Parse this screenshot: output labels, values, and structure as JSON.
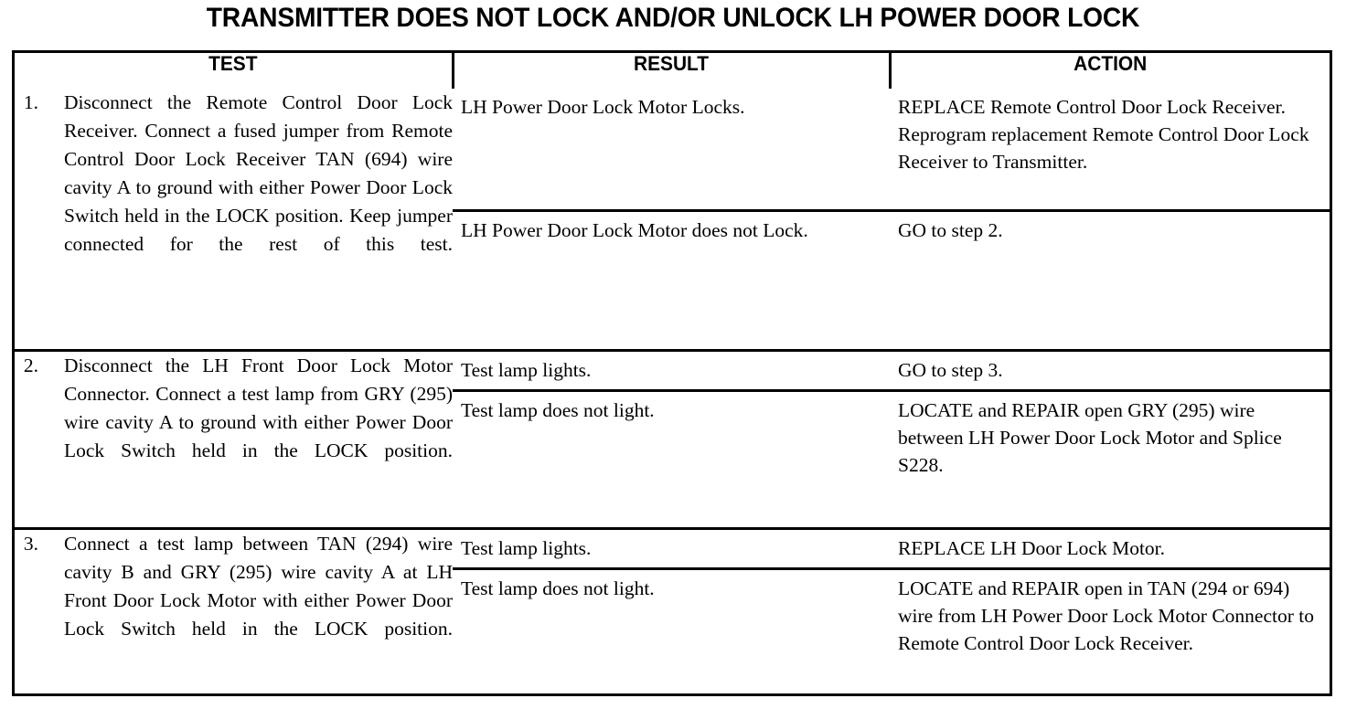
{
  "document": {
    "title": "TRANSMITTER DOES NOT LOCK AND/OR UNLOCK LH POWER DOOR LOCK",
    "colors": {
      "ink": "#000000",
      "paper": "#ffffff"
    }
  },
  "table": {
    "headers": {
      "test": "TEST",
      "result": "RESULT",
      "action": "ACTION"
    },
    "steps": [
      {
        "number": "1.",
        "test": "Disconnect the Remote Control Door Lock Receiver. Connect a fused jumper from Remote Control Door Lock Receiver TAN (694) wire cavity A to ground with either Power Door Lock Switch held in the LOCK position. Keep jumper connected for the rest of this test.",
        "outcomes": [
          {
            "result": "LH Power Door Lock Motor Locks.",
            "action": "REPLACE Remote Control Door Lock Receiver. Reprogram replacement Remote Control Door Lock Receiver to Transmitter."
          },
          {
            "result": "LH Power Door Lock Motor does not Lock.",
            "action": "GO to step 2."
          }
        ]
      },
      {
        "number": "2.",
        "test": "Disconnect the LH Front Door Lock Motor Connector. Connect a test lamp from GRY (295) wire cavity A to ground with either Power Door Lock Switch held in the LOCK position.",
        "outcomes": [
          {
            "result": "Test lamp lights.",
            "action": "GO to step 3."
          },
          {
            "result": "Test lamp does not light.",
            "action": "LOCATE and REPAIR open GRY (295) wire between LH Power Door Lock Motor and Splice S228."
          }
        ]
      },
      {
        "number": "3.",
        "test": "Connect a test lamp between TAN (294) wire cavity B and GRY (295) wire cavity A at LH Front Door Lock Motor with either Power Door Lock Switch held in the LOCK position.",
        "outcomes": [
          {
            "result": "Test lamp lights.",
            "action": "REPLACE LH Door Lock Motor."
          },
          {
            "result": "Test lamp does not light.",
            "action": "LOCATE and REPAIR open in TAN (294 or 694) wire from LH Power Door Lock Motor Connector to Remote Control Door Lock Receiver."
          }
        ]
      }
    ]
  }
}
